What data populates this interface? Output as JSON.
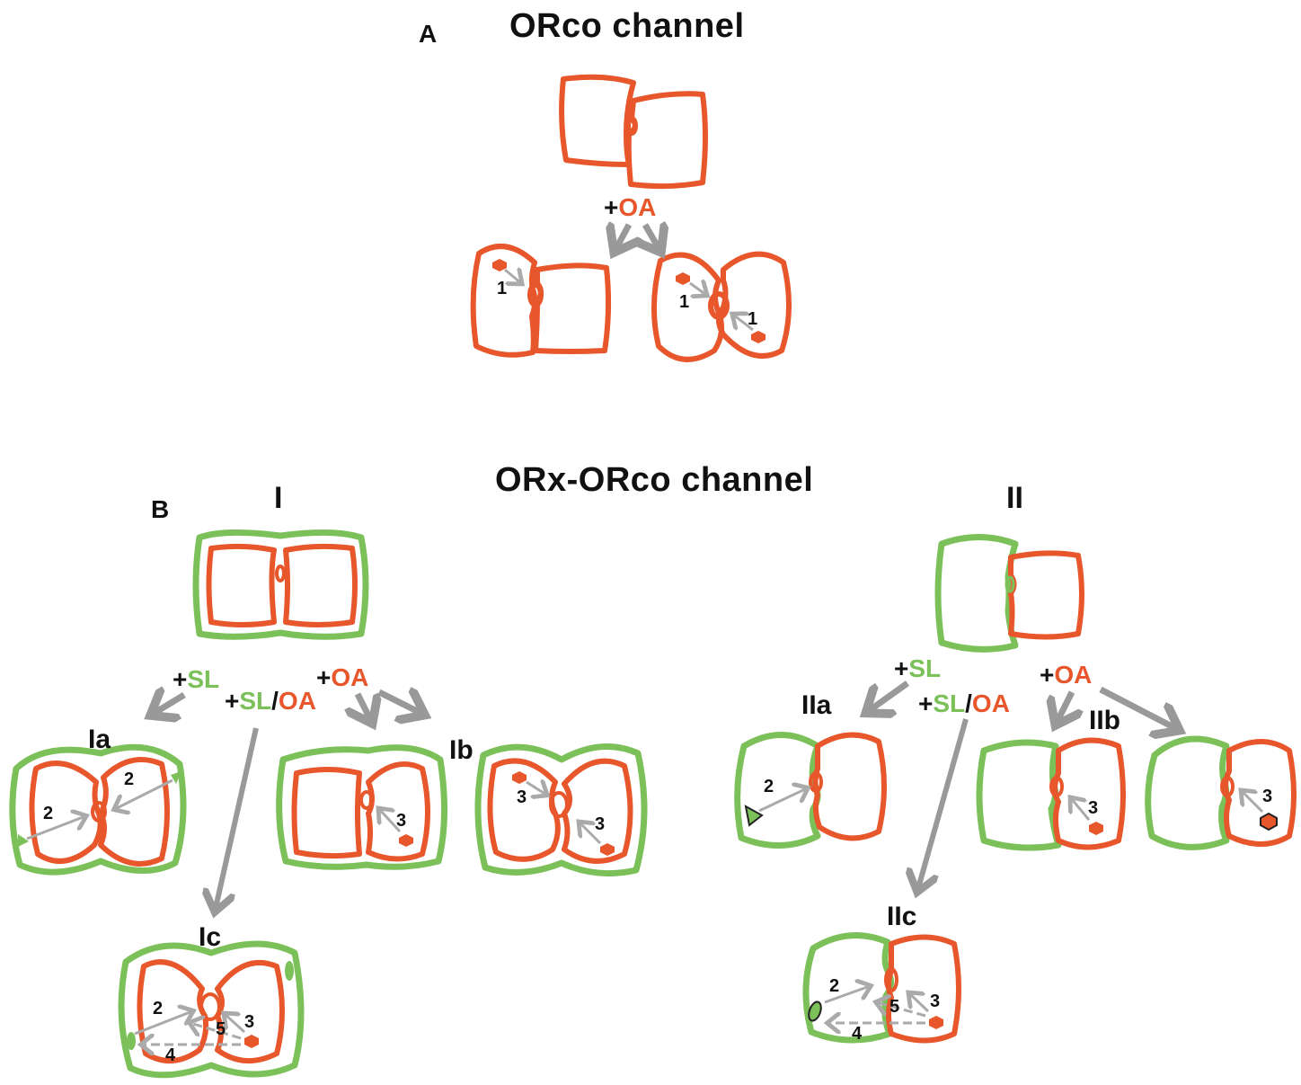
{
  "panel_a": {
    "letter": "A",
    "title": "ORco channel",
    "treatment_plus": "+",
    "treatment_oa": "OA",
    "numbers": {
      "n1a": "1",
      "n1b": "1",
      "n1c": "1"
    }
  },
  "panel_b": {
    "letter": "B",
    "title": "ORx-ORco channel",
    "group_I": {
      "label": "I",
      "treat_sl_plus": "+",
      "treat_sl": "SL",
      "treat_sloa_plus": "+",
      "treat_sloa_sl": "SL",
      "treat_sloa_slash": "/",
      "treat_sloa_oa": "OA",
      "treat_oa_plus": "+",
      "treat_oa": "OA",
      "sub_a": "Ia",
      "sub_b": "Ib",
      "sub_c": "Ic",
      "numbers": {
        "ia_2a": "2",
        "ia_2b": "2",
        "ib_3a": "3",
        "ib_3b": "3",
        "ib_3c": "3",
        "ic_2": "2",
        "ic_3": "3",
        "ic_4": "4",
        "ic_5": "5"
      }
    },
    "group_II": {
      "label": "II",
      "treat_sl_plus": "+",
      "treat_sl": "SL",
      "treat_sloa_plus": "+",
      "treat_sloa_sl": "SL",
      "treat_sloa_slash": "/",
      "treat_sloa_oa": "OA",
      "treat_oa_plus": "+",
      "treat_oa": "OA",
      "sub_a": "IIa",
      "sub_b": "IIb",
      "sub_c": "IIc",
      "numbers": {
        "iia_2": "2",
        "iib_3a": "3",
        "iib_3b": "3",
        "iic_2": "2",
        "iic_3": "3",
        "iic_4": "4",
        "iic_5": "5"
      }
    }
  },
  "colors": {
    "orco": "#e8562b",
    "orx": "#7cc05a",
    "arrow": "#999999",
    "text": "#111111"
  }
}
